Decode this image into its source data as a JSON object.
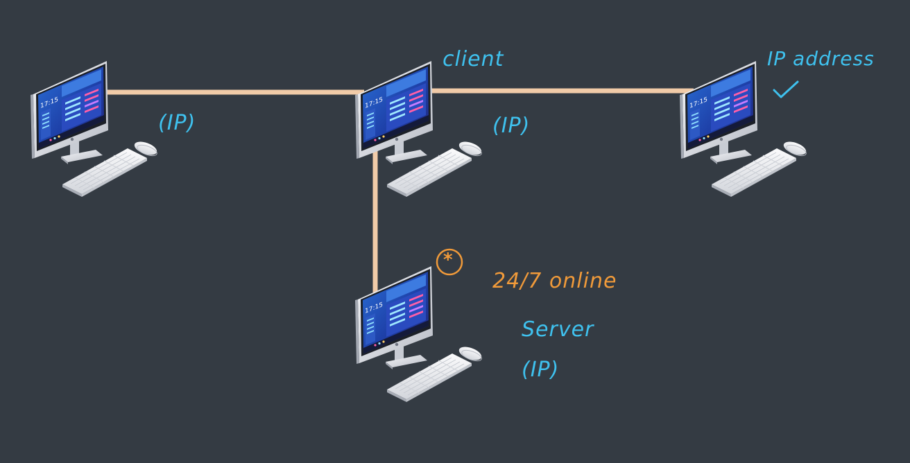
{
  "colors": {
    "background": "#343b43",
    "link": "#f1cba8",
    "note_blue": "#3fc1ee",
    "note_orange": "#f09a3a",
    "screen": "#1e40a8",
    "bezel": "#1b1f27",
    "body_silver": "#dfe2e8"
  },
  "nodes": [
    {
      "id": "left",
      "role": "computer",
      "clock": "17:15"
    },
    {
      "id": "center",
      "role": "client",
      "clock": "17:15"
    },
    {
      "id": "right",
      "role": "computer",
      "clock": "17:15"
    },
    {
      "id": "bottom",
      "role": "server",
      "clock": "17:15"
    }
  ],
  "links": [
    {
      "from": "left",
      "to": "center"
    },
    {
      "from": "center",
      "to": "right"
    },
    {
      "from": "center",
      "to": "bottom"
    }
  ],
  "annotations": {
    "client": "client",
    "ip_left": "(IP)",
    "ip_center": "(IP)",
    "ip_address": "IP address",
    "star": "*",
    "online": "24/7 online",
    "server": "Server",
    "ip_server": "(IP)"
  },
  "icons": [
    "checkmark-icon",
    "circled-asterisk-icon"
  ]
}
